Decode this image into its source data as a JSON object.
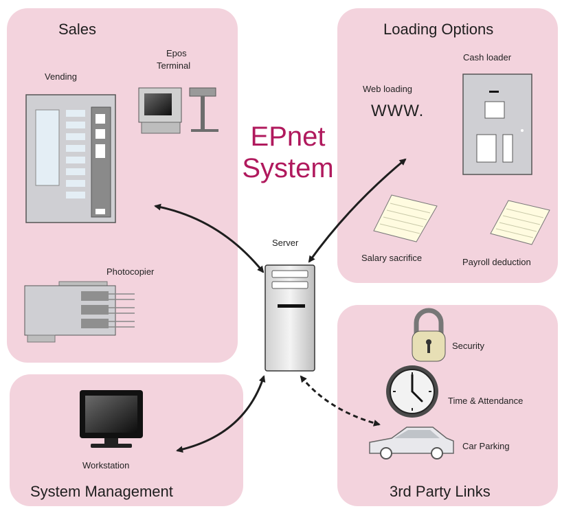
{
  "colors": {
    "panel_bg": "#f3d3dd",
    "accent": "#b0195d",
    "arrow": "#1e1e1e"
  },
  "hero": {
    "line1": "EPnet",
    "line2": "System"
  },
  "sales": {
    "title": "Sales",
    "vending": "Vending",
    "epos_line1": "Epos",
    "epos_line2": "Terminal",
    "photocopier": "Photocopier"
  },
  "loading": {
    "title": "Loading Options",
    "cash_loader": "Cash loader",
    "web_loading": "Web loading",
    "www": "WWW.",
    "salary_sacrifice": "Salary sacrifice",
    "payroll_deduction": "Payroll  deduction"
  },
  "server": {
    "label": "Server"
  },
  "system_management": {
    "title": "System Management",
    "workstation": "Workstation"
  },
  "third_party": {
    "title": "3rd Party Links",
    "security": "Security",
    "time_attendance": "Time & Attendance",
    "car_parking": "Car Parking"
  },
  "icons": [
    "vending-machine-icon",
    "epos-terminal-icon",
    "photocopier-icon",
    "cash-loader-icon",
    "document-icon",
    "server-icon",
    "workstation-icon",
    "padlock-icon",
    "clock-icon",
    "car-icon"
  ]
}
